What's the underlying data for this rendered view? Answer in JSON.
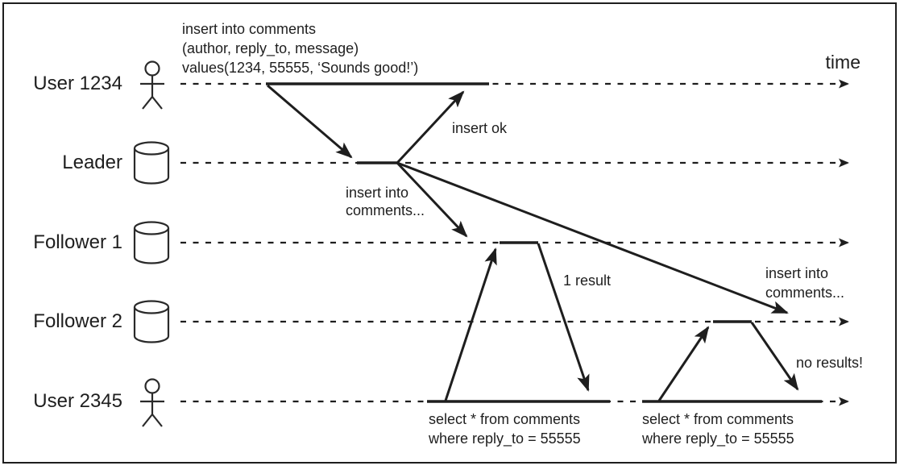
{
  "diagram": {
    "time_label": "time",
    "lanes": [
      {
        "label": "User 1234",
        "icon": "person-icon"
      },
      {
        "label": "Leader",
        "icon": "database-icon"
      },
      {
        "label": "Follower 1",
        "icon": "database-icon"
      },
      {
        "label": "Follower 2",
        "icon": "database-icon"
      },
      {
        "label": "User 2345",
        "icon": "person-icon"
      }
    ],
    "annotations": {
      "insert_query": "insert into comments\n(author, reply_to, message)\nvalues(1234, 55555, ‘Sounds good!’)",
      "insert_ok": "insert ok",
      "replicate_follower1": "insert into\ncomments...",
      "replicate_follower2": "insert into\ncomments...",
      "result_one": "1 result",
      "no_results": "no results!",
      "select_query_1": "select * from comments\nwhere reply_to = 55555",
      "select_query_2": "select * from comments\nwhere reply_to = 55555"
    },
    "colors": {
      "ink": "#1e1e1e",
      "background": "#ffffff"
    }
  }
}
